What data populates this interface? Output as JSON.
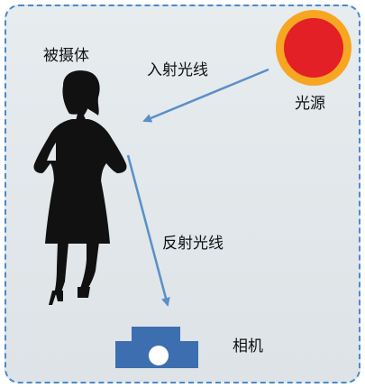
{
  "labels": {
    "subject": "被摄体",
    "incident_ray": "入射光线",
    "light_source": "光源",
    "reflected_ray": "反射光线",
    "camera": "相机"
  },
  "colors": {
    "frame_border": "#4d89c9",
    "background": "#e2e7ea",
    "sun_core": "#e32026",
    "sun_ring": "#f7a622",
    "arrow": "#5a8fc8",
    "camera": "#3d6fb0",
    "silhouette": "#111111"
  }
}
